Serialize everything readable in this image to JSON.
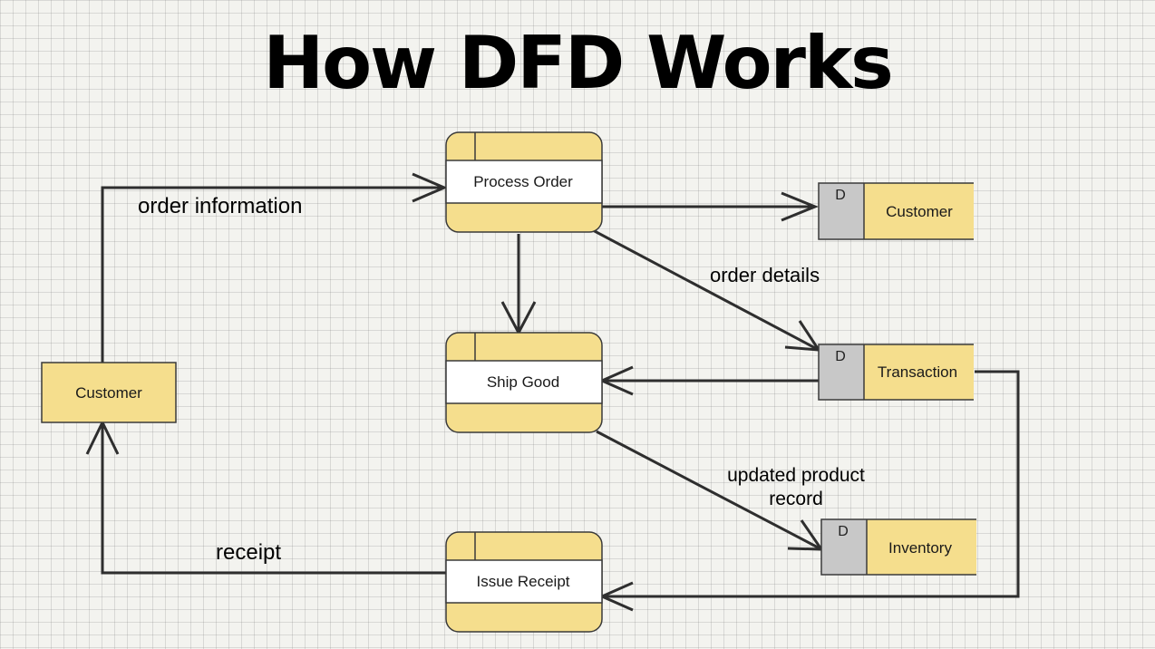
{
  "title": "How DFD Works",
  "processes": {
    "process_order": "Process Order",
    "ship_good": "Ship Good",
    "issue_receipt": "Issue Receipt"
  },
  "external_entity": "Customer",
  "data_stores": {
    "id_label": "D",
    "customer": "Customer",
    "transaction": "Transaction",
    "inventory": "Inventory"
  },
  "flows": {
    "order_information": "order information",
    "order_details": "order details",
    "updated_product_line1": "updated product",
    "updated_product_line2": "record",
    "receipt": "receipt"
  },
  "colors": {
    "node_fill": "#f5de8d",
    "store_id_fill": "#c8c8c8",
    "line": "#2e2e2e"
  }
}
